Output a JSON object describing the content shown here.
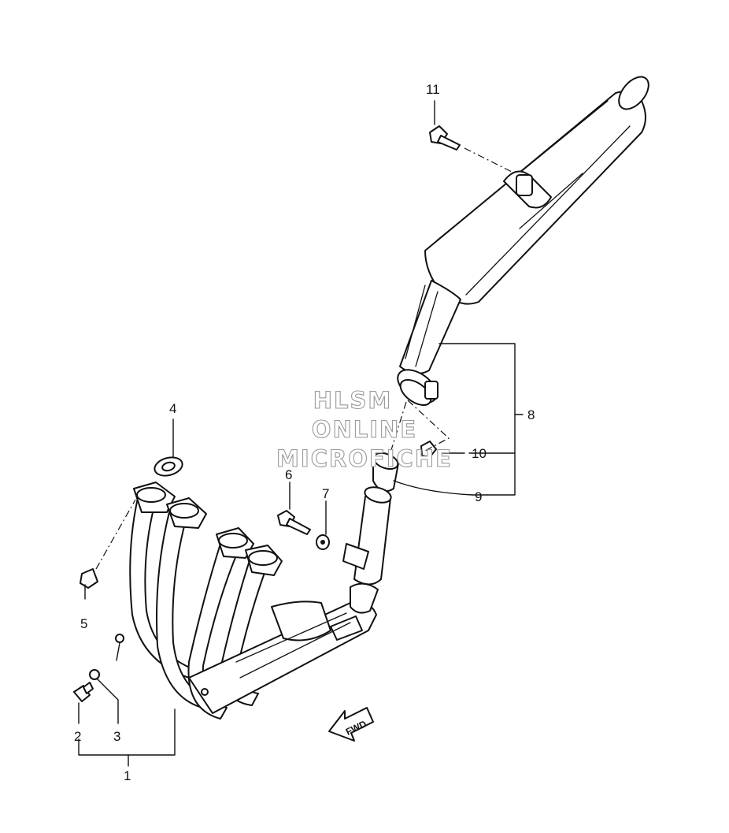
{
  "diagram": {
    "callouts": [
      {
        "id": "1",
        "text": "1"
      },
      {
        "id": "2",
        "text": "2"
      },
      {
        "id": "3",
        "text": "3"
      },
      {
        "id": "4",
        "text": "4"
      },
      {
        "id": "5",
        "text": "5"
      },
      {
        "id": "6",
        "text": "6"
      },
      {
        "id": "7",
        "text": "7"
      },
      {
        "id": "8",
        "text": "8"
      },
      {
        "id": "9",
        "text": "9"
      },
      {
        "id": "10",
        "text": "10"
      },
      {
        "id": "11",
        "text": "11"
      }
    ],
    "direction_label": "FWD",
    "watermark": [
      "HLSM",
      "ONLINE",
      "MICROFICHE"
    ]
  }
}
